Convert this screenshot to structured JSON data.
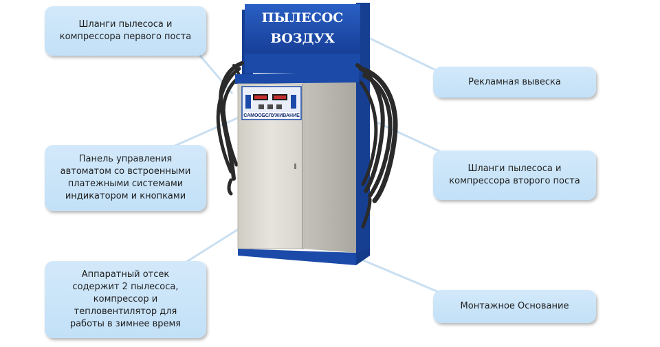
{
  "sign": {
    "line1": "ПЫЛЕСОС",
    "line2": "ВОЗДУХ"
  },
  "panel": {
    "service_label": "САМООБСЛУЖИВАНИЕ"
  },
  "callouts": {
    "hoses_post1": "Шланги пылесоса и\nкомпрессора первого поста",
    "ad_sign": "Рекламная вывеска",
    "hoses_post2": "Шланги пылесоса и\nкомпрессора второго поста",
    "control_panel": "Панель управления\nавтоматом  со встроенными\nплатежными системами\nиндикатором и кнопками",
    "hardware_bay": "Аппаратный отсек\nсодержит 2 пылесоса,\nкомпрессор и\nтепловентилятор  для\nработы в зимнее время",
    "mount_base": "Монтажное Основание"
  },
  "colors": {
    "frame_blue": "#1b4aa8",
    "cabinet": "#dddbd2",
    "callout_bg": "#c8e3f8",
    "hose": "#2a2a2a"
  }
}
